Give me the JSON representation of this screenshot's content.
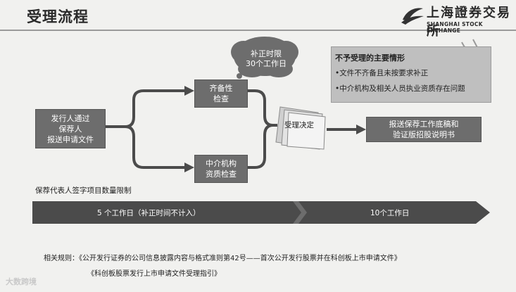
{
  "header": {
    "title": "受理流程",
    "logo_cn": "上海證券交易所",
    "logo_en": "SHANGHAI STOCK EXCHANGE"
  },
  "flow": {
    "issuer_box": [
      "发行人通过",
      "保荐人",
      "报送申请文件"
    ],
    "completeness_box": [
      "齐备性",
      "检查"
    ],
    "qualification_box": [
      "中介机构",
      "资质检查"
    ],
    "correction_cloud": [
      "补正时限",
      "30个工作日"
    ],
    "decision_label": "受理决定",
    "result_box": [
      "报送保荐工作底稿和",
      "验证版招股说明书"
    ]
  },
  "rejection_note": {
    "title": "不予受理的主要情形",
    "items": [
      "•文件不齐备且未按要求补正",
      "•中介机构及相关人员执业资质存在问题"
    ]
  },
  "timeline": {
    "limit_label": "保荐代表人签字项目数量限制",
    "segment_1": "5  个工作日（补正时间不计入）",
    "segment_2": "10个工作日"
  },
  "rules": {
    "line_1": "相关规则：《公开发行证券的公司信息披露内容与格式准则第42号——首次公开发行股票并在科创板上市申请文件》",
    "line_2": "《科创板股票发行上市申请文件受理指引》"
  },
  "watermark": "大数跨境",
  "colors": {
    "box_fill": "#6d6d6d",
    "arrow_fill": "#4b4b4b",
    "note_fill": "#bfbfbf",
    "background": "#f1f1ef"
  }
}
